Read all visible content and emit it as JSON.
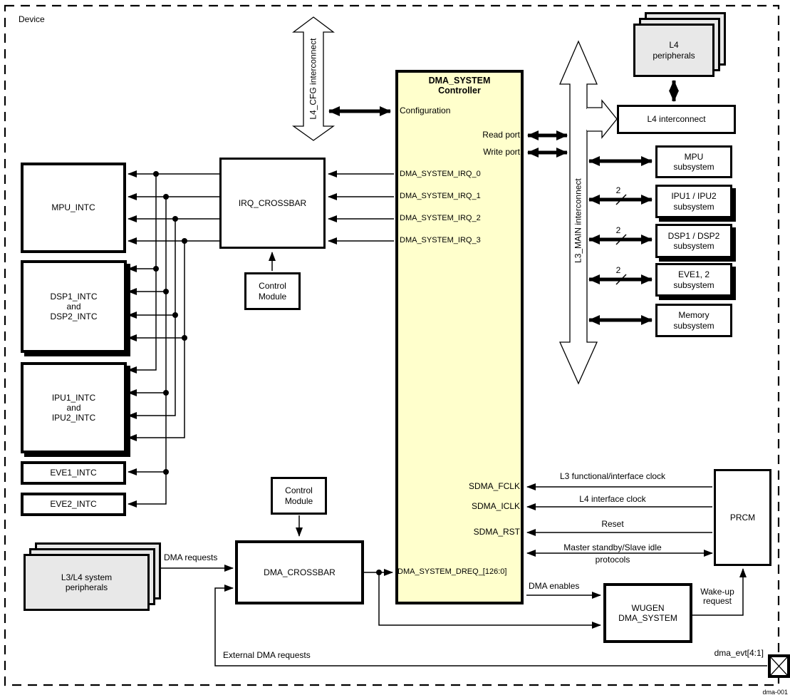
{
  "device_label": "Device",
  "caption": "dma-001",
  "colors": {
    "controller_fill": "#FFFFCC",
    "stack_fill": "#E8E8E8",
    "line": "#000000"
  },
  "interconnects": {
    "l4_cfg": "L4_CFG interconnect",
    "l3_main": "L3_MAIN interconnect"
  },
  "controller": {
    "title": [
      "DMA_SYSTEM",
      "Controller"
    ],
    "configuration": "Configuration",
    "read_port": "Read port",
    "write_port": "Write port",
    "irq": [
      "DMA_SYSTEM_IRQ_0",
      "DMA_SYSTEM_IRQ_1",
      "DMA_SYSTEM_IRQ_2",
      "DMA_SYSTEM_IRQ_3"
    ],
    "sdma_fclk": "SDMA_FCLK",
    "sdma_iclk": "SDMA_ICLK",
    "sdma_rst": "SDMA_RST",
    "dreq": "DMA_SYSTEM_DREQ_[126:0]"
  },
  "blocks": {
    "irq_crossbar": "IRQ_CROSSBAR",
    "control_module": [
      "Control",
      "Module"
    ],
    "mpu_intc": "MPU_INTC",
    "dsp_intc": [
      "DSP1_INTC",
      "and",
      "DSP2_INTC"
    ],
    "ipu_intc": [
      "IPU1_INTC",
      "and",
      "IPU2_INTC"
    ],
    "eve1_intc": "EVE1_INTC",
    "eve2_intc": "EVE2_INTC",
    "dma_crossbar": "DMA_CROSSBAR",
    "l3l4_peripherals": [
      "L3/L4 system",
      "peripherals"
    ],
    "wugen": [
      "WUGEN",
      "DMA_SYSTEM"
    ],
    "prcm": "PRCM",
    "l4_peripherals": [
      "L4",
      "peripherals"
    ],
    "l4_interconnect": "L4 interconnect",
    "mpu_subsystem": [
      "MPU",
      "subsystem"
    ],
    "ipu_subsystem": [
      "IPU1 / IPU2",
      "subsystem"
    ],
    "dsp_subsystem": [
      "DSP1 / DSP2",
      "subsystem"
    ],
    "eve_subsystem": [
      "EVE1, 2",
      "subsystem"
    ],
    "memory_subsystem": [
      "Memory",
      "subsystem"
    ]
  },
  "signals": {
    "dma_requests": "DMA requests",
    "external_dma_requests": "External DMA requests",
    "dma_enables": "DMA enables",
    "wake_up": [
      "Wake-up",
      "request"
    ],
    "l3_clock": "L3 functional/interface clock",
    "l4_clock": "L4 interface clock",
    "reset": "Reset",
    "standby": [
      "Master standby/Slave idle",
      "protocols"
    ],
    "dma_evt": "dma_evt[4:1]",
    "bus_width": "2"
  }
}
